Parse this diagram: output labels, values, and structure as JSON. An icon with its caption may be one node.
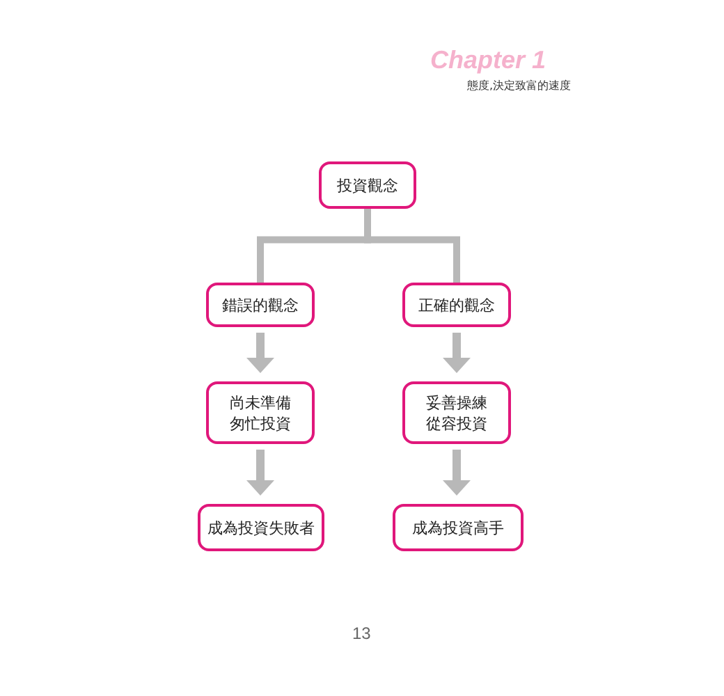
{
  "diagram": {
    "nodes": [
      {
        "text": [
          "投資觀念"
        ]
      },
      {
        "text": [
          "錯誤的觀念"
        ]
      },
      {
        "text": [
          "正確的觀念"
        ]
      },
      {
        "text": [
          "尚未準備匆忙投資"
        ]
      },
      {
        "text": [
          "妥善操練從容投資"
        ]
      },
      {
        "text": [
          "成為投資失敗者"
        ]
      },
      {
        "text": [
          "成為投資高手"
        ]
      }
    ],
    "edges": [
      {
        "from": 0,
        "to": 1,
        "arrow": "none"
      },
      {
        "from": 0,
        "to": 2,
        "arrow": "none"
      },
      {
        "from": 1,
        "to": 3,
        "arrow": "to"
      },
      {
        "from": 2,
        "to": 4,
        "arrow": "to"
      },
      {
        "from": 3,
        "to": 5,
        "arrow": "to"
      },
      {
        "from": 4,
        "to": 6,
        "arrow": "to"
      }
    ],
    "labels": [
      "Chapter 1",
      "態度,決定致富的速度",
      "13"
    ]
  }
}
